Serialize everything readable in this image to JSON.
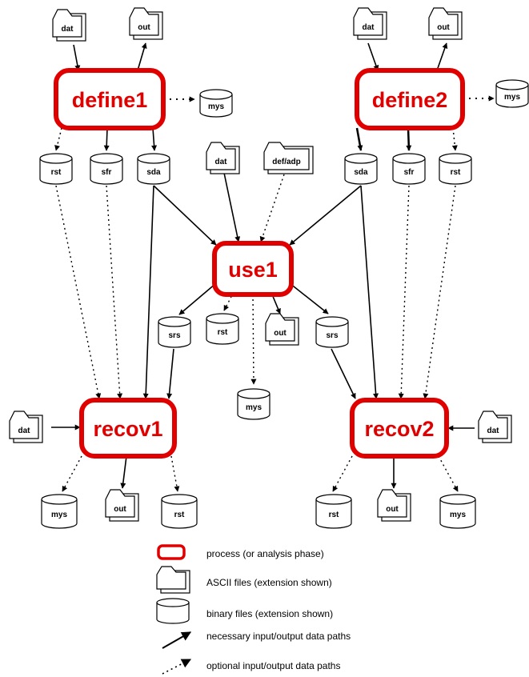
{
  "processes": {
    "define1": "define1",
    "define2": "define2",
    "use1": "use1",
    "recov1": "recov1",
    "recov2": "recov2"
  },
  "files": {
    "define1_in_dat": "dat",
    "define1_out": "out",
    "define1_mys": "mys",
    "define1_rst": "rst",
    "define1_sfr": "sfr",
    "define1_sda": "sda",
    "define2_in_dat": "dat",
    "define2_out": "out",
    "define2_mys": "mys",
    "define2_sda": "sda",
    "define2_sfr": "sfr",
    "define2_rst": "rst",
    "use1_dat": "dat",
    "use1_defadp": "def/adp",
    "use1_srs_left": "srs",
    "use1_rst": "rst",
    "use1_out": "out",
    "use1_srs_right": "srs",
    "use1_mys": "mys",
    "recov1_dat": "dat",
    "recov1_mys": "mys",
    "recov1_out": "out",
    "recov1_rst": "rst",
    "recov2_dat": "dat",
    "recov2_rst": "rst",
    "recov2_out": "out",
    "recov2_mys": "mys"
  },
  "legend": {
    "process": "process (or analysis phase)",
    "ascii": "ASCII files (extension shown)",
    "binary": "binary files (extension shown)",
    "necessary": "necessary input/output data paths",
    "optional": "optional input/output data paths"
  },
  "colors": {
    "process_border": "#e00000",
    "process_text": "#e00000",
    "ink": "#000000"
  }
}
